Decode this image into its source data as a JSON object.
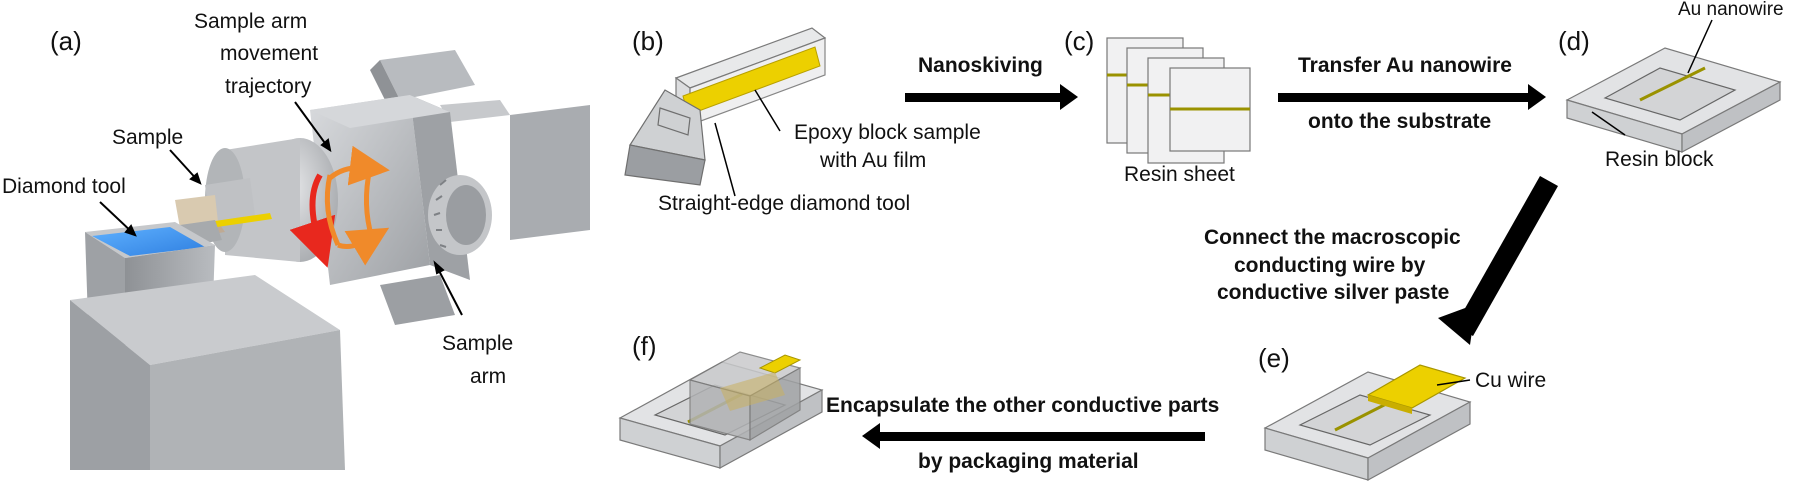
{
  "panels": {
    "a": "(a)",
    "b": "(b)",
    "c": "(c)",
    "d": "(d)",
    "e": "(e)",
    "f": "(f)"
  },
  "panel_a": {
    "diamond_tool": "Diamond tool",
    "sample": "Sample",
    "trajectory_line1": "Sample arm",
    "trajectory_line2": "movement",
    "trajectory_line3": "trajectory",
    "arm_line1": "Sample",
    "arm_line2": "arm"
  },
  "panel_b": {
    "epoxy_line1": "Epoxy block sample",
    "epoxy_line2": "with Au film",
    "tool": "Straight-edge diamond tool"
  },
  "steps": {
    "nanoskiving": "Nanoskiving",
    "transfer_line1": "Transfer Au nanowire",
    "transfer_line2": "onto the substrate",
    "connect_line1": "Connect the macroscopic",
    "connect_line2": "conducting wire by",
    "connect_line3": "conductive silver paste",
    "encapsulate_line1": "Encapsulate the other conductive parts",
    "encapsulate_line2": "by packaging material"
  },
  "panel_c": {
    "resin_sheet": "Resin sheet"
  },
  "panel_d": {
    "au_nanowire": "Au nanowire",
    "resin_block": "Resin block"
  },
  "panel_e": {
    "cu_wire": "Cu wire"
  },
  "colors": {
    "gold": "#ecd000",
    "water": "#3a8fe8",
    "red_arrow": "#e8281e",
    "orange_arrow": "#f08a2a",
    "machine_gray": "#b5b7ba"
  }
}
